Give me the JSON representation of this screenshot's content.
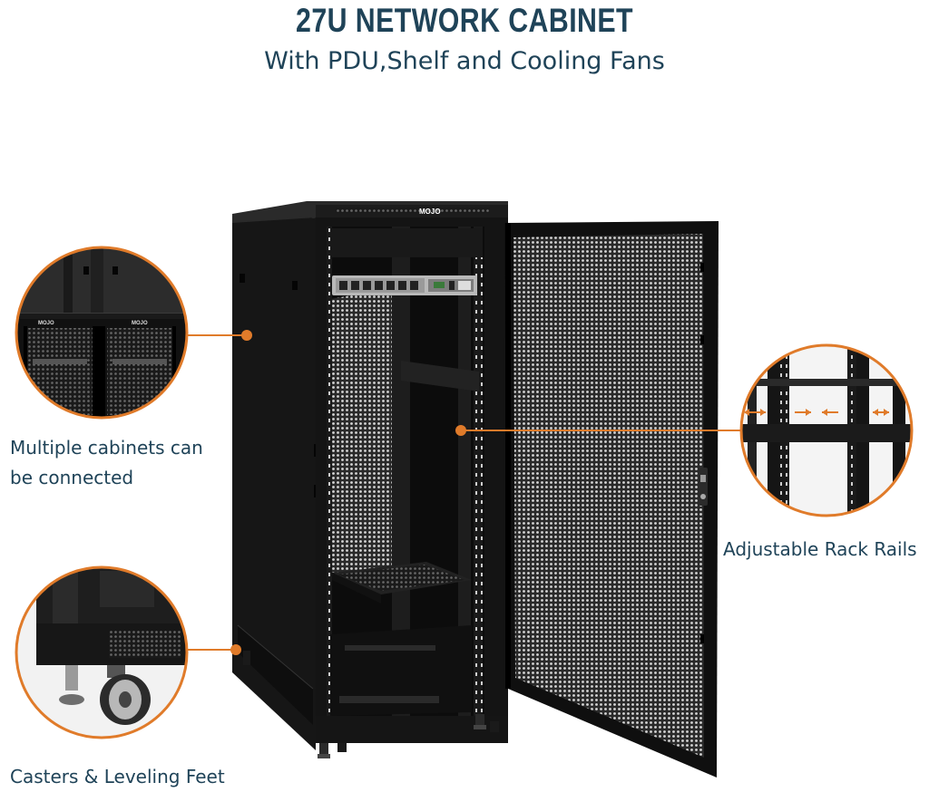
{
  "header": {
    "title": "27U NETWORK CABINET",
    "subtitle": "With PDU,Shelf and Cooling Fans"
  },
  "brand": {
    "logo_text": "MOJO"
  },
  "callouts": {
    "multiple_cabinets": [
      "Multiple cabinets can",
      "be connected"
    ],
    "rack_rails": "Adjustable Rack Rails",
    "casters": "Casters & Leveling Feet"
  },
  "colors": {
    "accent": "#e07b2a",
    "text": "#1f4358",
    "cabinet": "#111111"
  }
}
